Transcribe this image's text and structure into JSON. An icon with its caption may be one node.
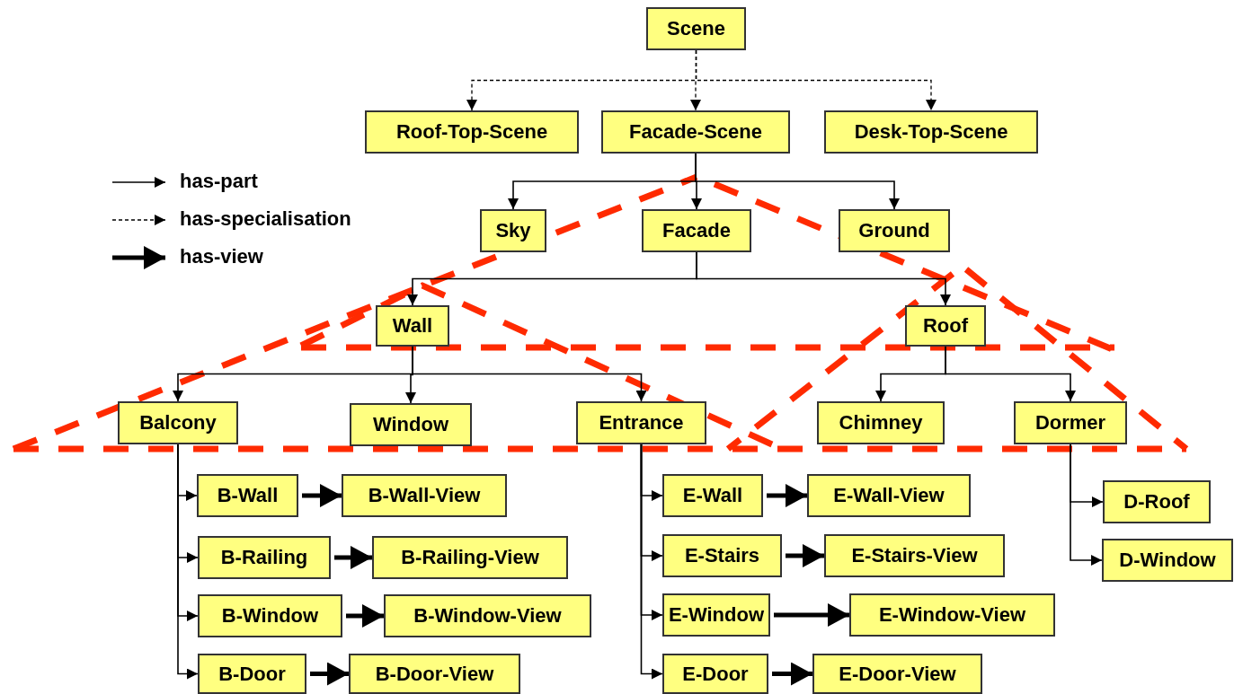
{
  "diagram": {
    "nodes": [
      {
        "text": [
          "Scene"
        ]
      },
      {
        "text": [
          "Roof-Top-Scene"
        ]
      },
      {
        "text": [
          "Facade-Scene"
        ]
      },
      {
        "text": [
          "Desk-Top-Scene"
        ]
      },
      {
        "text": [
          "Sky"
        ]
      },
      {
        "text": [
          "Facade"
        ]
      },
      {
        "text": [
          "Ground"
        ]
      },
      {
        "text": [
          "Wall"
        ]
      },
      {
        "text": [
          "Roof"
        ]
      },
      {
        "text": [
          "Balcony"
        ]
      },
      {
        "text": [
          "Window"
        ]
      },
      {
        "text": [
          "Entrance"
        ]
      },
      {
        "text": [
          "Chimney"
        ]
      },
      {
        "text": [
          "Dormer"
        ]
      },
      {
        "text": [
          "B-Wall"
        ]
      },
      {
        "text": [
          "B-Wall-View"
        ]
      },
      {
        "text": [
          "B-Railing"
        ]
      },
      {
        "text": [
          "B-Railing-View"
        ]
      },
      {
        "text": [
          "B-Window"
        ]
      },
      {
        "text": [
          "B-Window-View"
        ]
      },
      {
        "text": [
          "B-Door"
        ]
      },
      {
        "text": [
          "B-Door-View"
        ]
      },
      {
        "text": [
          "E-Wall"
        ]
      },
      {
        "text": [
          "E-Wall-View"
        ]
      },
      {
        "text": [
          "E-Stairs"
        ]
      },
      {
        "text": [
          "E-Stairs-View"
        ]
      },
      {
        "text": [
          "E-Window"
        ]
      },
      {
        "text": [
          "E-Window-View"
        ]
      },
      {
        "text": [
          "E-Door"
        ]
      },
      {
        "text": [
          "E-Door-View"
        ]
      },
      {
        "text": [
          "D-Roof"
        ]
      },
      {
        "text": [
          "D-Window"
        ]
      }
    ],
    "edges": [
      {
        "from": 0,
        "to": 1,
        "arrow": "to",
        "style": "dashed"
      },
      {
        "from": 0,
        "to": 2,
        "arrow": "to",
        "style": "dashed"
      },
      {
        "from": 0,
        "to": 3,
        "arrow": "to",
        "style": "dashed"
      },
      {
        "from": 2,
        "to": 4,
        "arrow": "to"
      },
      {
        "from": 2,
        "to": 5,
        "arrow": "to"
      },
      {
        "from": 2,
        "to": 6,
        "arrow": "to"
      },
      {
        "from": 5,
        "to": 7,
        "arrow": "to"
      },
      {
        "from": 5,
        "to": 8,
        "arrow": "to"
      },
      {
        "from": 7,
        "to": 9,
        "arrow": "to"
      },
      {
        "from": 7,
        "to": 10,
        "arrow": "to"
      },
      {
        "from": 7,
        "to": 11,
        "arrow": "to"
      },
      {
        "from": 8,
        "to": 12,
        "arrow": "to"
      },
      {
        "from": 8,
        "to": 13,
        "arrow": "to"
      },
      {
        "from": 9,
        "to": 14,
        "arrow": "to"
      },
      {
        "from": 9,
        "to": 16,
        "arrow": "to"
      },
      {
        "from": 9,
        "to": 18,
        "arrow": "to"
      },
      {
        "from": 9,
        "to": 20,
        "arrow": "to"
      },
      {
        "from": 14,
        "to": 15,
        "arrow": "to",
        "style": "thick"
      },
      {
        "from": 16,
        "to": 17,
        "arrow": "to",
        "style": "thick"
      },
      {
        "from": 18,
        "to": 19,
        "arrow": "to",
        "style": "thick"
      },
      {
        "from": 20,
        "to": 21,
        "arrow": "to",
        "style": "thick"
      },
      {
        "from": 11,
        "to": 22,
        "arrow": "to"
      },
      {
        "from": 11,
        "to": 24,
        "arrow": "to"
      },
      {
        "from": 11,
        "to": 26,
        "arrow": "to"
      },
      {
        "from": 11,
        "to": 28,
        "arrow": "to"
      },
      {
        "from": 22,
        "to": 23,
        "arrow": "to",
        "style": "thick"
      },
      {
        "from": 24,
        "to": 25,
        "arrow": "to",
        "style": "thick"
      },
      {
        "from": 26,
        "to": 27,
        "arrow": "to",
        "style": "thick"
      },
      {
        "from": 28,
        "to": 29,
        "arrow": "to",
        "style": "thick"
      },
      {
        "from": 13,
        "to": 30,
        "arrow": "to"
      },
      {
        "from": 13,
        "to": 31,
        "arrow": "to"
      }
    ],
    "legend": [
      {
        "text": "has-part"
      },
      {
        "text": "has-specialisation"
      },
      {
        "text": "has-view"
      }
    ]
  }
}
